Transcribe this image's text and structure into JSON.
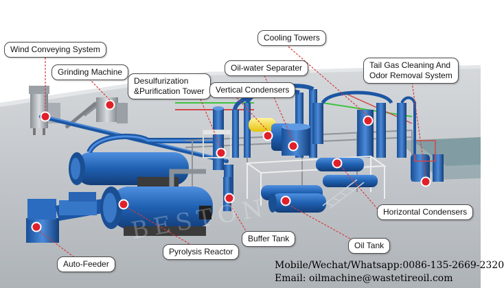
{
  "labels": {
    "wind_conveying": "Wind Conveying System",
    "grinding": "Grinding Machine",
    "desulfurization": "Desulfurization\n&Purification Tower",
    "cooling": "Cooling Towers",
    "oil_water": "Oil-water Separater",
    "vertical": "Vertical Condensers",
    "tail_gas": "Tail Gas Cleaning And\nOdor Removal System",
    "horizontal": "Horizontal Condensers",
    "oil_tank": "Oil Tank",
    "buffer": "Buffer Tank",
    "pyrolysis": "Pyrolysis Reactor",
    "auto_feeder": "Auto-Feeder"
  },
  "contact": {
    "phone": "Mobile/Wechat/Whatsapp:0086-135-2669-2320",
    "email": "Email: oilmachine@wastetireoil.com"
  },
  "watermark": "BESTON",
  "colors": {
    "ground": "#c9cdd2",
    "equipment_blue": "#1f5fb0",
    "marker_red": "#e0202a",
    "leader_red": "#d83a3a"
  }
}
